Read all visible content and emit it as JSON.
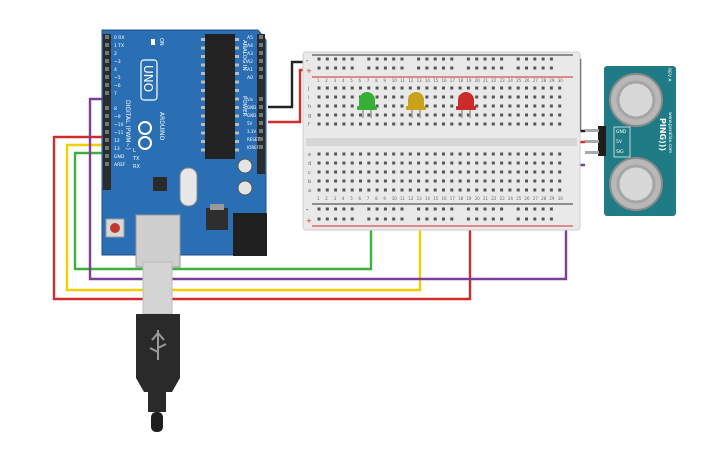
{
  "arduino": {
    "brand": "ARDUINO",
    "model": "UNO",
    "on_label": "ON",
    "digital_label": "DIGITAL (PWM~)",
    "analog_label": "ANALOG IN",
    "power_label": "POWER",
    "tx_label": "TX",
    "rx_label": "RX",
    "l_label": "L",
    "digital_pins": [
      "0 RX",
      "1 TX",
      "2",
      "~3",
      "4",
      "~5",
      "~6",
      "7",
      "8",
      "~9",
      "~10",
      "~11",
      "12",
      "13",
      "GND",
      "AREF"
    ],
    "power_pins": [
      "IOREF",
      "RESET",
      "3.3V",
      "5V",
      "GND",
      "GND",
      "Vin"
    ],
    "analog_pins": [
      "A0",
      "A1",
      "A2",
      "A3",
      "A4",
      "A5"
    ],
    "color": "#2a6fb3"
  },
  "breadboard": {
    "column_numbers": [
      "1",
      "2",
      "3",
      "4",
      "5",
      "6",
      "7",
      "8",
      "9",
      "10",
      "11",
      "12",
      "13",
      "14",
      "15",
      "16",
      "17",
      "18",
      "19",
      "20",
      "21",
      "22",
      "23",
      "24",
      "25",
      "26",
      "27",
      "28",
      "29",
      "30"
    ],
    "row_letters_top": [
      "j",
      "i",
      "h",
      "g",
      "f"
    ],
    "row_letters_bottom": [
      "e",
      "d",
      "c",
      "b",
      "a"
    ],
    "rail_plus": "+",
    "rail_minus": "-"
  },
  "leds": [
    {
      "color_name": "green",
      "color": "#35b035"
    },
    {
      "color_name": "yellow",
      "color": "#c9a21a"
    },
    {
      "color_name": "red",
      "color": "#cc2b2b"
    }
  ],
  "sensor": {
    "title": "PING)))",
    "site": "www.parallax.com",
    "rev": "REV A",
    "pins": [
      "GND",
      "5V",
      "SIG"
    ],
    "color": "#1f7c86"
  },
  "wires": {
    "red": "#d22b2b",
    "black": "#222222",
    "green": "#3cb03c",
    "yellow": "#f0d000",
    "purple": "#7b3f9a"
  }
}
